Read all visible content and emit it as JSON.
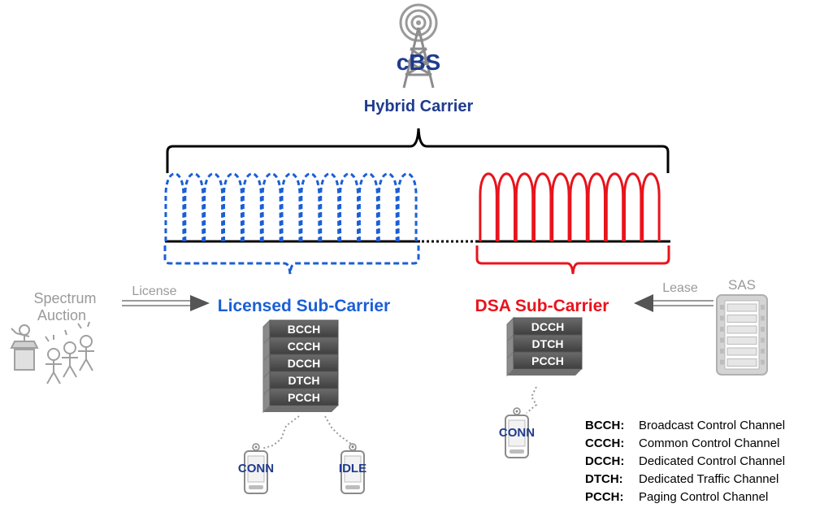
{
  "tower": {
    "label": "cBS",
    "carrier_label": "Hybrid Carrier"
  },
  "licensed": {
    "label": "Licensed Sub-Carrier",
    "channels": [
      "BCCH",
      "CCCH",
      "DCCH",
      "DTCH",
      "PCCH"
    ],
    "devices": [
      "CONN",
      "IDLE"
    ]
  },
  "dsa": {
    "label": "DSA Sub-Carrier",
    "channels": [
      "DCCH",
      "DTCH",
      "PCCH"
    ],
    "devices": [
      "CONN"
    ]
  },
  "spectrum_auction": {
    "line1": "Spectrum",
    "line2": "Auction",
    "arrow_label": "License"
  },
  "sas": {
    "label": "SAS",
    "arrow_label": "Lease"
  },
  "legend": [
    {
      "abbr": "BCCH:",
      "desc": "Broadcast Control Channel"
    },
    {
      "abbr": "CCCH:",
      "desc": "Common Control Channel"
    },
    {
      "abbr": "DCCH:",
      "desc": "Dedicated Control Channel"
    },
    {
      "abbr": "DTCH:",
      "desc": "Dedicated Traffic Channel"
    },
    {
      "abbr": "PCCH:",
      "desc": "Paging Control Channel"
    }
  ],
  "colors": {
    "licensed": "#1a5fd6",
    "dsa": "#e8141c",
    "navy": "#1f3b8c",
    "gray": "#a9a9a9",
    "text_gray": "#9a9a9a"
  }
}
